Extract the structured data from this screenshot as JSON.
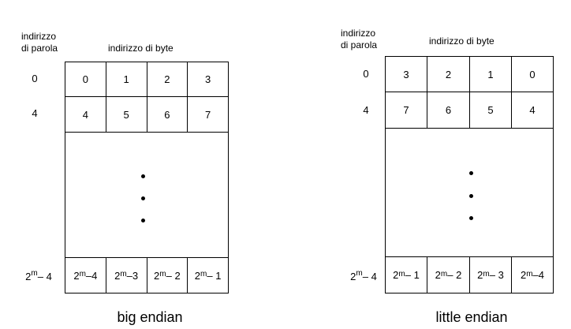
{
  "big_endian": {
    "word_address_header": [
      "indirizzo",
      "di parola"
    ],
    "byte_address_header": "indirizzo di byte",
    "rows": [
      {
        "word_address": "0",
        "bytes": [
          "0",
          "1",
          "2",
          "3"
        ]
      },
      {
        "word_address": "4",
        "bytes": [
          "4",
          "5",
          "6",
          "7"
        ]
      }
    ],
    "ellipsis": "⋮",
    "last_row": {
      "word_address": {
        "base": "2",
        "exp": "m",
        "rest": "– 4"
      },
      "bytes": [
        {
          "base": "2",
          "exp": "m",
          "rest": "–4"
        },
        {
          "base": "2",
          "exp": "m",
          "rest": "–3"
        },
        {
          "base": "2",
          "exp": "m",
          "rest": "– 2"
        },
        {
          "base": "2",
          "exp": "m",
          "rest": "– 1"
        }
      ]
    },
    "caption": "big endian"
  },
  "little_endian": {
    "word_address_header": [
      "indirizzo",
      "di parola"
    ],
    "byte_address_header": "indirizzo di byte",
    "rows": [
      {
        "word_address": "0",
        "bytes": [
          "3",
          "2",
          "1",
          "0"
        ]
      },
      {
        "word_address": "4",
        "bytes": [
          "7",
          "6",
          "5",
          "4"
        ]
      }
    ],
    "ellipsis": "⋮",
    "last_row": {
      "word_address": {
        "base": "2",
        "exp": "m",
        "rest": "– 4"
      },
      "bytes": [
        {
          "base": "2",
          "exp": "m",
          "rest": "– 1"
        },
        {
          "base": "2",
          "exp": "m",
          "rest": "– 2"
        },
        {
          "base": "2",
          "exp": "m",
          "rest": "– 3"
        },
        {
          "base": "2",
          "exp": "m",
          "rest": "–4"
        }
      ]
    },
    "caption": "little endian"
  }
}
